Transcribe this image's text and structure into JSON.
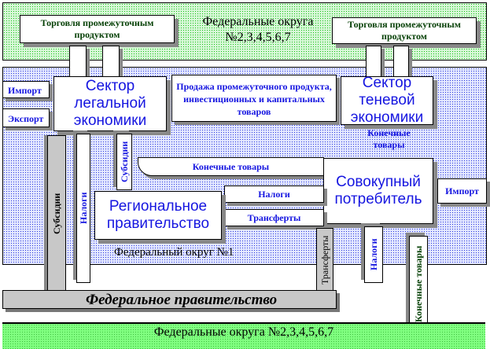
{
  "regions": {
    "top_districts": "Федеральные округа №2,3,4,5,6,7",
    "district1": "Федеральный округ №1",
    "bottom_districts": "Федеральные округа №2,3,4,5,6,7"
  },
  "boxes": {
    "legal_sector": "Сектор легальной экономики",
    "shadow_sector": "Сектор теневой экономики",
    "consumer": "Совокупный потребитель",
    "regional_gov": "Региональное правительство",
    "federal_gov": "Федеральное правительство"
  },
  "flows": {
    "trade_left": "Торговля промежуточным продуктом",
    "trade_right": "Торговля промежуточным продуктом",
    "import_left": "Импорт",
    "export_left": "Экспорт",
    "sale": "Продажа промежуточного продукта, инвестиционных и капитальных товаров",
    "final_goods_shadow": "Конечные товары",
    "final_goods_legal": "Конечные товары",
    "taxes_regional": "Налоги",
    "transfers_regional": "Трансферты",
    "import_right": "Импорт",
    "subsidies_federal": "Субсидии",
    "taxes_federal": "Налоги",
    "subsidies_regional": "Субсидии",
    "transfers_federal": "Трансферты",
    "taxes_consumer": "Налоги",
    "final_goods_bottom": "Конечные товары"
  },
  "colors": {
    "text_blue": "#1515e0",
    "text_green": "#064006",
    "band_green": "#80ff80"
  }
}
